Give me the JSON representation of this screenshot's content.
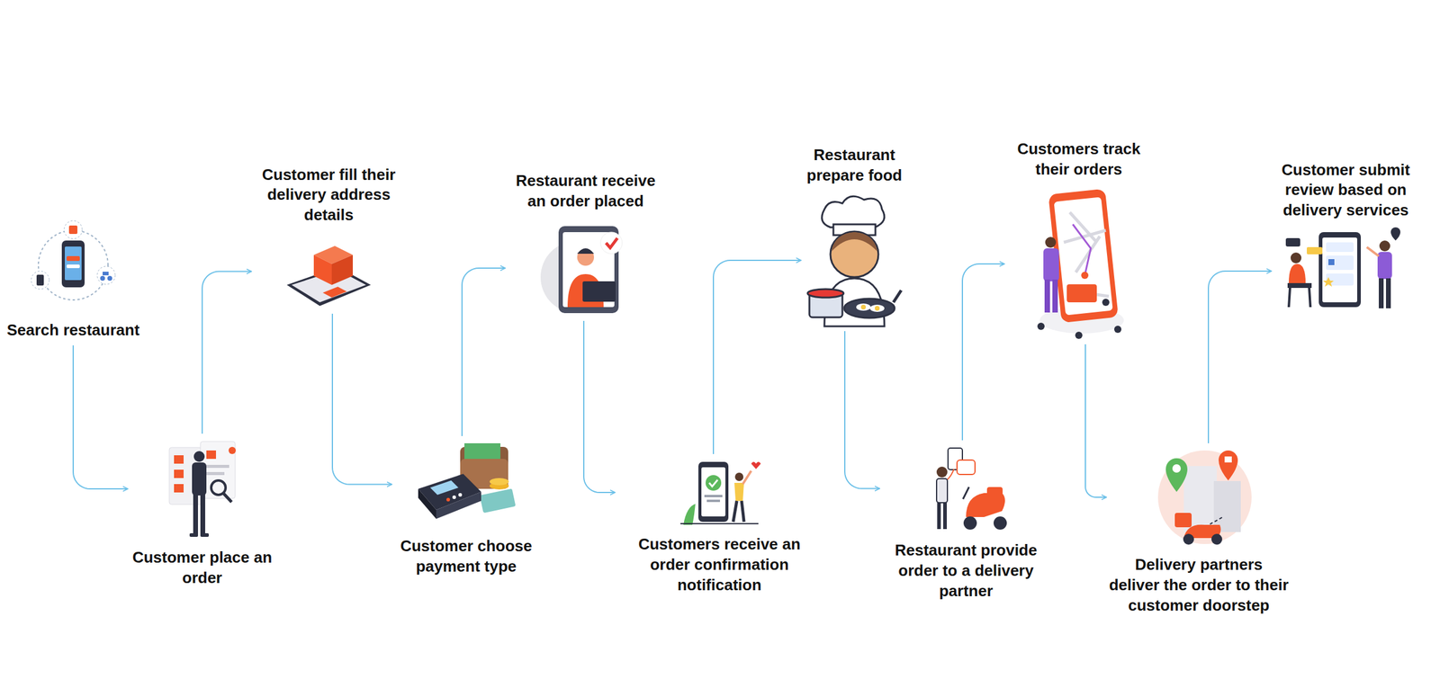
{
  "diagram": {
    "nodes": [
      {
        "text": [
          "Search restaurant"
        ]
      },
      {
        "text": [
          "Customer place an order"
        ]
      },
      {
        "text": [
          "Customer fill their delivery address details"
        ]
      },
      {
        "text": [
          "Customer choose payment type"
        ]
      },
      {
        "text": [
          "Restaurant receive an order placed"
        ]
      },
      {
        "text": [
          "Customers receive an order confirmation notification"
        ]
      },
      {
        "text": [
          "Restaurant prepare food"
        ]
      },
      {
        "text": [
          "Restaurant provide order to a delivery partner"
        ]
      },
      {
        "text": [
          "Customers track their orders"
        ]
      },
      {
        "text": [
          "Delivery partners deliver the order to their customer doorstep"
        ]
      },
      {
        "text": [
          "Customer submit review based on delivery services"
        ]
      }
    ],
    "edges": [
      {
        "from": 0,
        "to": 1,
        "arrow": "to"
      },
      {
        "from": 1,
        "to": 2,
        "arrow": "to"
      },
      {
        "from": 2,
        "to": 3,
        "arrow": "to"
      },
      {
        "from": 3,
        "to": 4,
        "arrow": "to"
      },
      {
        "from": 4,
        "to": 5,
        "arrow": "to"
      },
      {
        "from": 5,
        "to": 6,
        "arrow": "to"
      },
      {
        "from": 6,
        "to": 7,
        "arrow": "to"
      },
      {
        "from": 7,
        "to": 8,
        "arrow": "to"
      },
      {
        "from": 8,
        "to": 9,
        "arrow": "to"
      },
      {
        "from": 9,
        "to": 10,
        "arrow": "to"
      }
    ]
  }
}
